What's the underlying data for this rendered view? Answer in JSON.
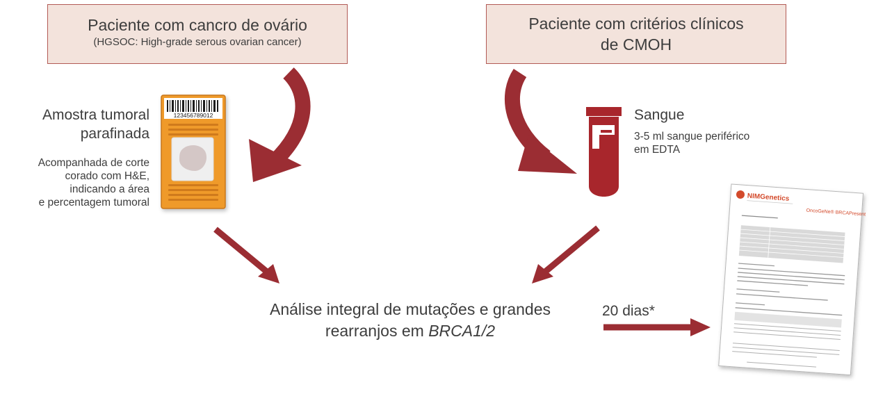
{
  "boxes": {
    "left_title": "Paciente com cancro de ovário",
    "left_sub": "(HGSOC: High-grade serous ovarian cancer)",
    "right_line1": "Paciente com critérios clínicos",
    "right_line2": "de CMOH"
  },
  "sample_left": {
    "title_line1": "Amostra tumoral",
    "title_line2": "parafinada",
    "note_line1": "Acompanhada de corte",
    "note_line2": "corado com H&E,",
    "note_line3": "indicando a área",
    "note_line4": "e percentagem tumoral",
    "barcode_number": "123456789012"
  },
  "sample_right": {
    "title": "Sangue",
    "note_line1": "3-5 ml sangue periférico",
    "note_line2": "em EDTA"
  },
  "analysis": {
    "line1": "Análise integral de mutações e grandes",
    "line2_prefix": "rearranjos em ",
    "line2_gene": "BRCA1/2"
  },
  "turnaround": "20 dias*",
  "report": {
    "brand": "NIMGenetics",
    "product": "OncoGeNe® BRCAPresent"
  },
  "colors": {
    "accent": "#9b2d33",
    "box_fill": "#f3e3dc",
    "box_border": "#b25a55",
    "cassette": "#ef9a2b"
  }
}
